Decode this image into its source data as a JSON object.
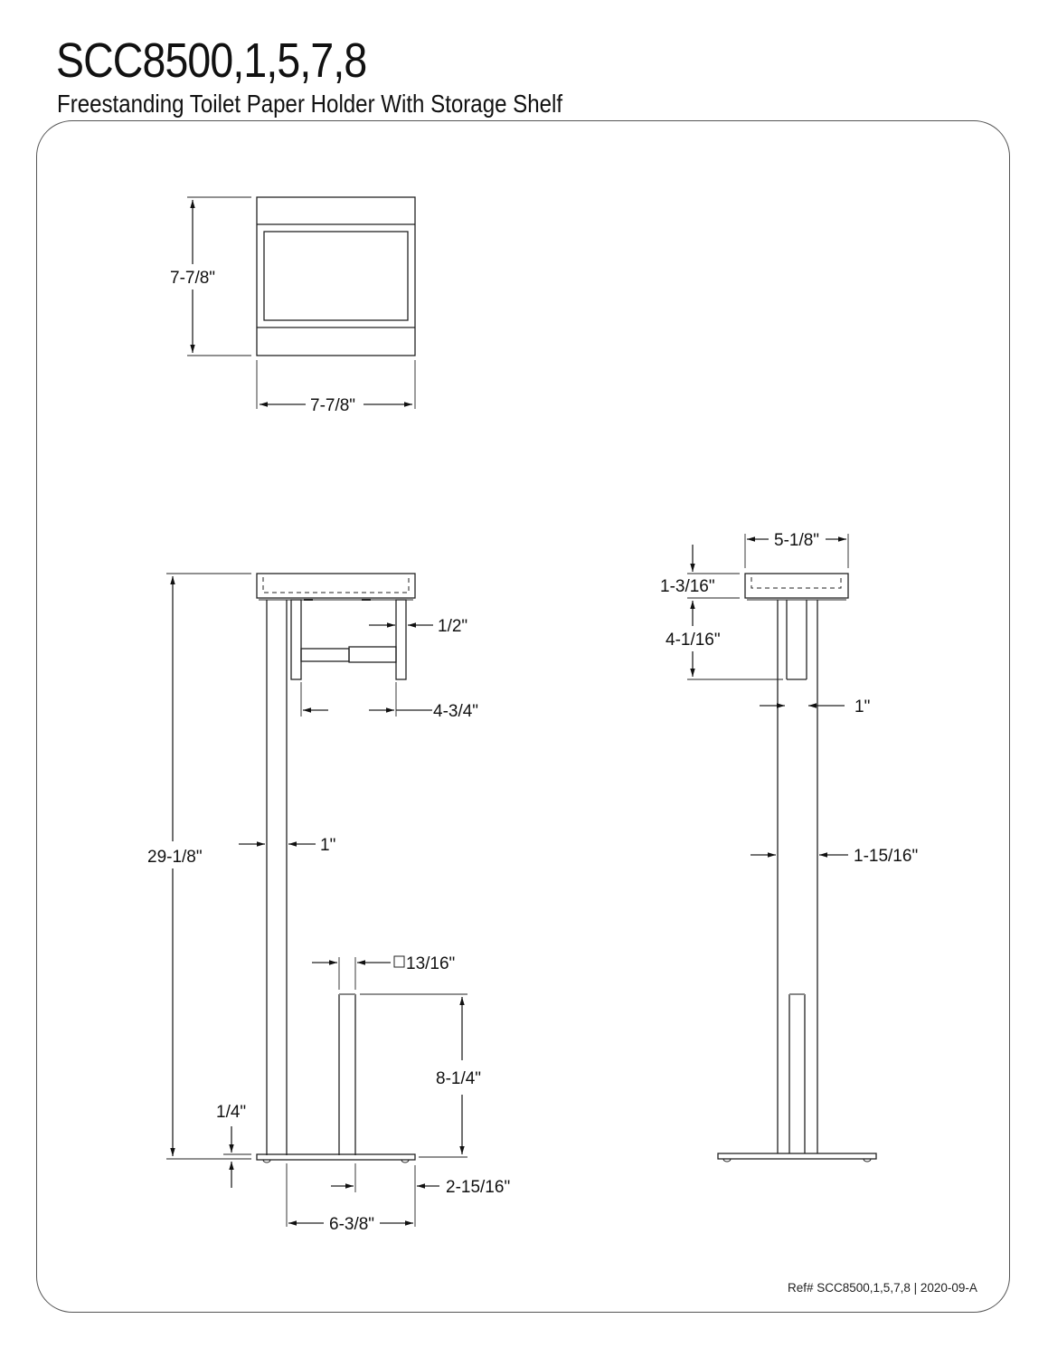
{
  "header": {
    "model": "SCC8500,1,5,7,8",
    "description": "Freestanding Toilet Paper Holder With Storage Shelf"
  },
  "top_view": {
    "depth_label": "7-7/8\"",
    "width_label": "7-7/8\""
  },
  "front_view": {
    "total_height": "29-1/8\"",
    "holder_arm_thickness": "1/2\"",
    "holder_length": "4-3/4\"",
    "post_width": "1\"",
    "spare_rod_square": "13/16\"",
    "spare_rod_height": "8-1/4\"",
    "base_thickness": "1/4\"",
    "spare_rod_offset": "2-15/16\"",
    "base_width": "6-3/8\""
  },
  "side_view": {
    "shelf_width": "5-1/8\"",
    "shelf_thickness": "1-3/16\"",
    "holder_drop": "4-1/16\"",
    "holder_width": "1\"",
    "post_depth": "1-15/16\""
  },
  "footer": {
    "reference": "Ref# SCC8500,1,5,7,8 | 2020-09-A"
  },
  "colors": {
    "line": "#222222",
    "frame": "#555555",
    "background": "#ffffff"
  }
}
